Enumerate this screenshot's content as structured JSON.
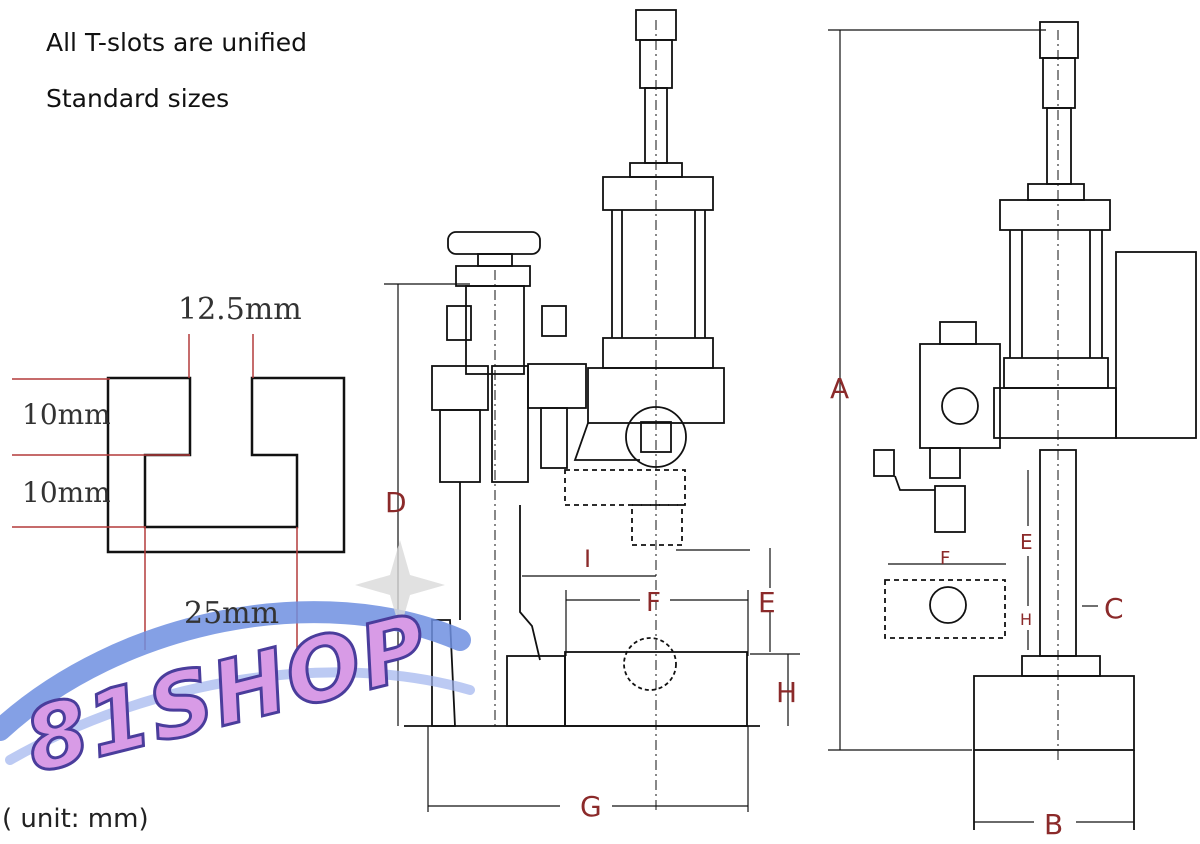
{
  "notes": {
    "line1": "All T-slots are unified",
    "line2": "Standard sizes"
  },
  "tslot": {
    "width_top": "12.5mm",
    "height_upper": "10mm",
    "height_lower": "10mm",
    "width_bottom": "25mm"
  },
  "side_view_labels": {
    "D": "D",
    "I": "I",
    "F": "F",
    "E": "E",
    "H": "H",
    "G": "G"
  },
  "front_view_labels": {
    "A": "A",
    "B": "B",
    "C": "C",
    "E": "E",
    "F": "F",
    "H": "H"
  },
  "unit_note": "( unit: mm)",
  "watermark": "81SHOP",
  "colors": {
    "drawing": "#111111",
    "dimension_red": "#b33a3a",
    "label_red": "#8b2a2a",
    "logo_fill": "#d89be6",
    "logo_outline": "#4a3d9c",
    "swoosh": "#6f8fe0"
  }
}
